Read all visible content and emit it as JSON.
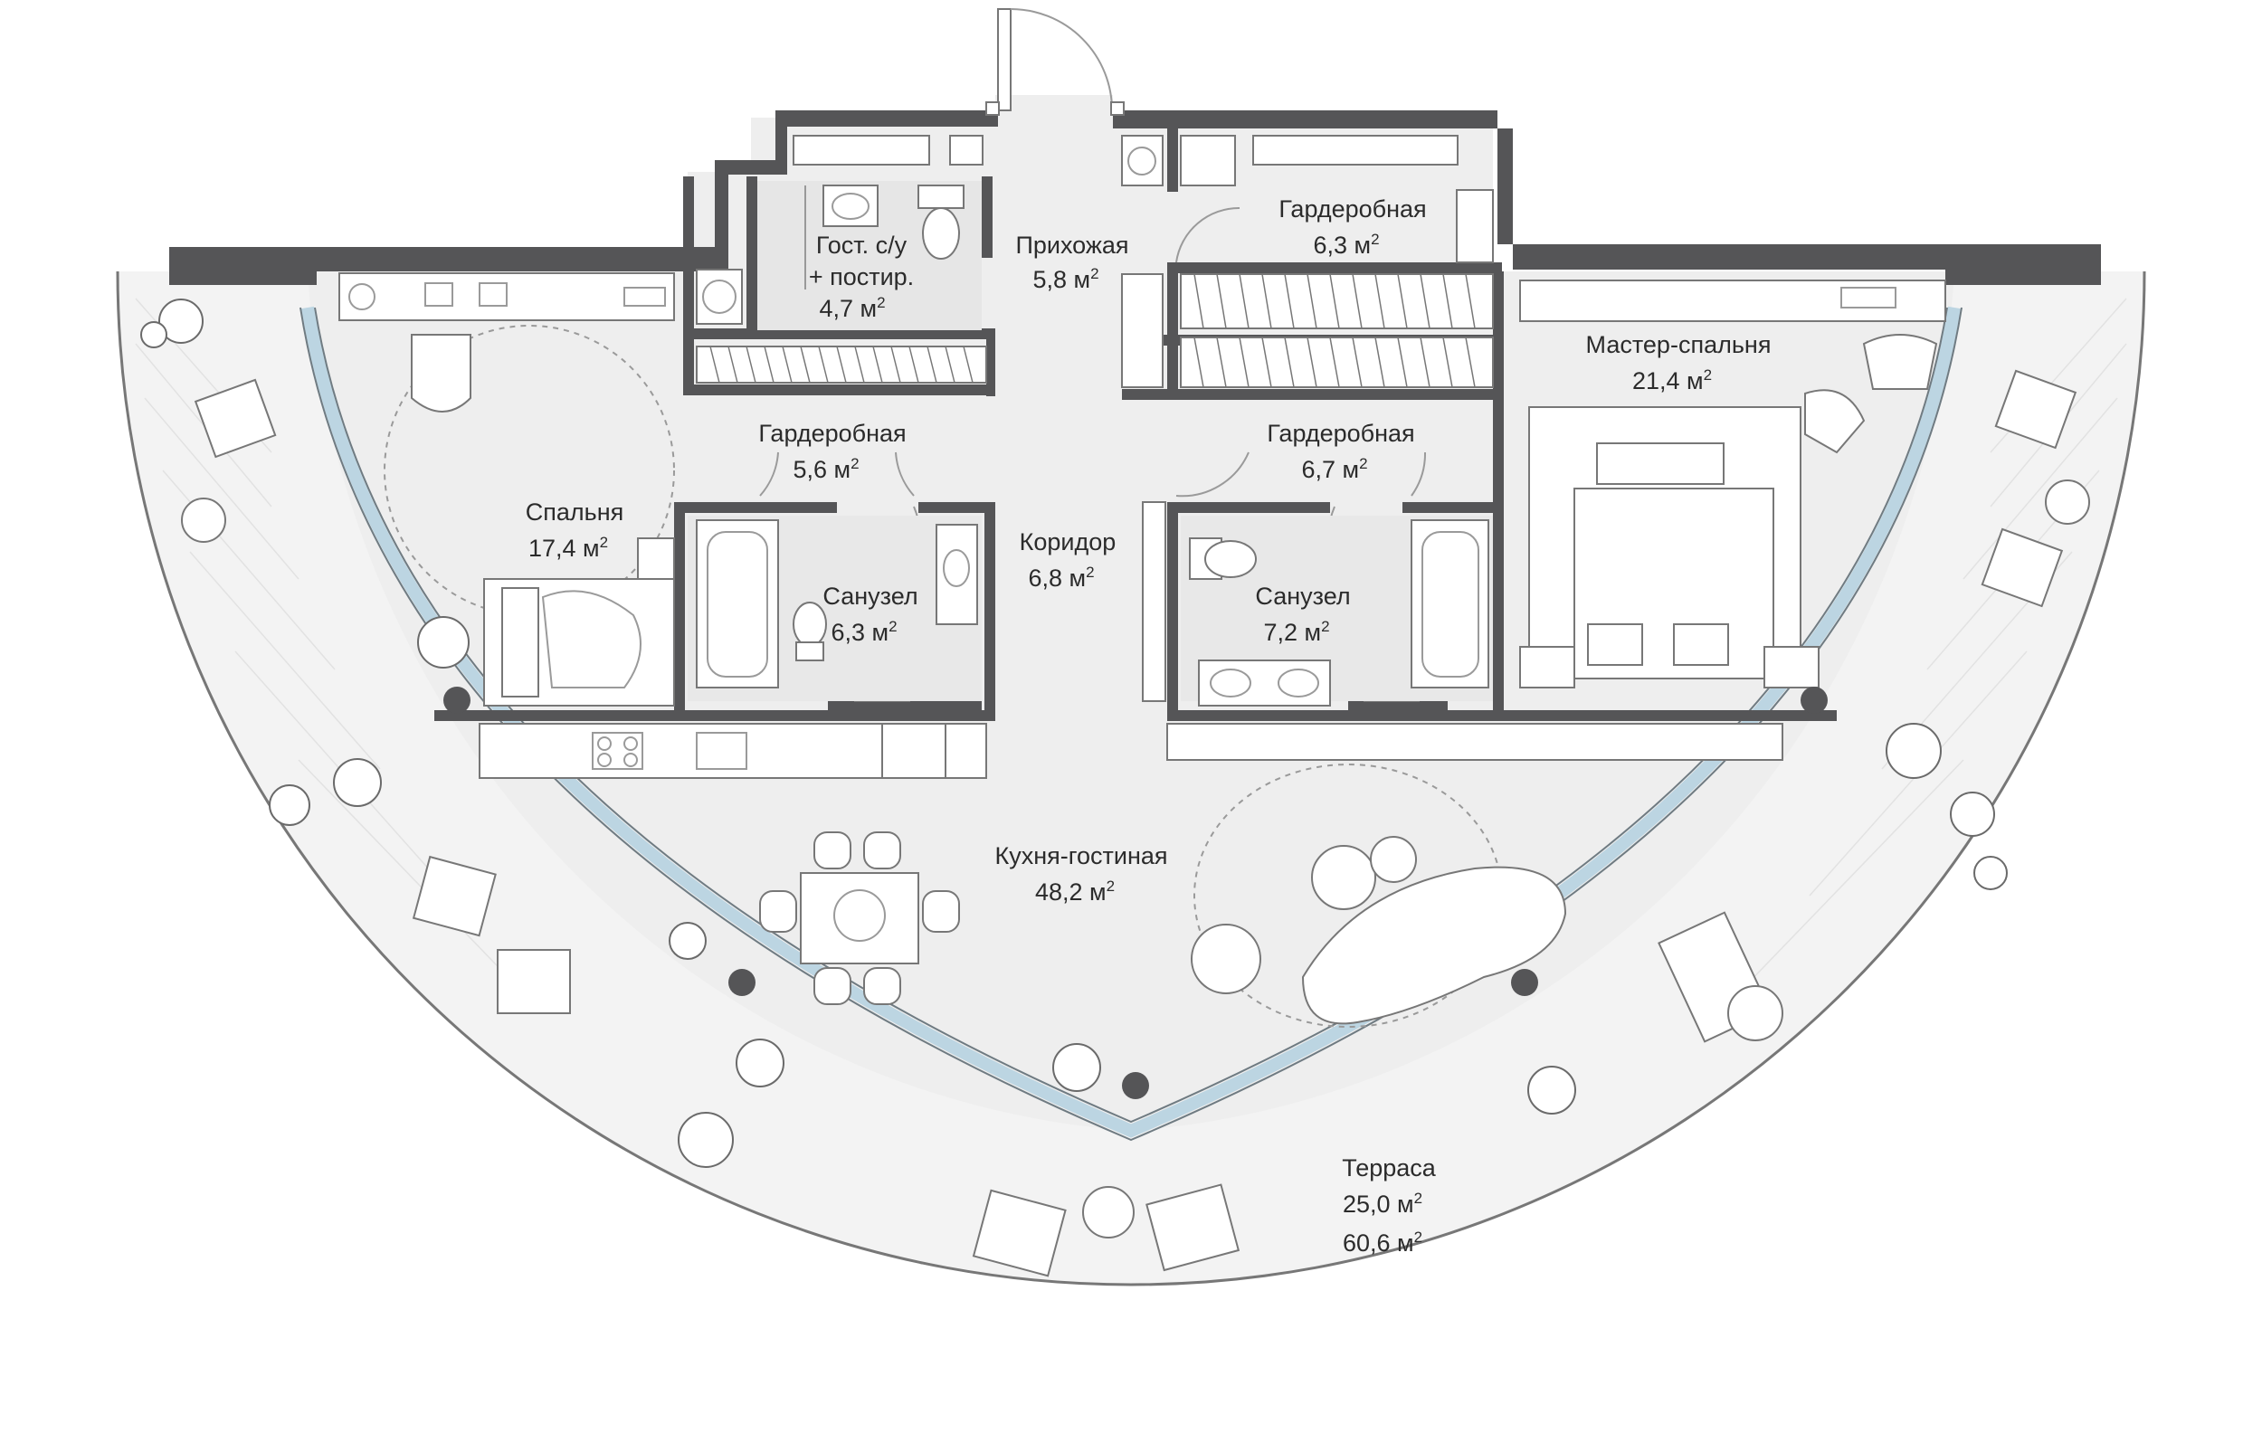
{
  "plan": {
    "rooms": [
      {
        "id": "guest-bath",
        "name": "Гост. с/у\n+ постир.",
        "area": "4,7",
        "unit": "м",
        "sup": "2"
      },
      {
        "id": "hall",
        "name": "Прихожая",
        "area": "5,8",
        "unit": "м",
        "sup": "2"
      },
      {
        "id": "wardrobe-top",
        "name": "Гардеробная",
        "area": "6,3",
        "unit": "м",
        "sup": "2"
      },
      {
        "id": "master-bedroom",
        "name": "Мастер-спальня",
        "area": "21,4",
        "unit": "м",
        "sup": "2"
      },
      {
        "id": "wardrobe-left",
        "name": "Гардеробная",
        "area": "5,6",
        "unit": "м",
        "sup": "2"
      },
      {
        "id": "wardrobe-right",
        "name": "Гардеробная",
        "area": "6,7",
        "unit": "м",
        "sup": "2"
      },
      {
        "id": "bedroom",
        "name": "Спальня",
        "area": "17,4",
        "unit": "м",
        "sup": "2"
      },
      {
        "id": "corridor",
        "name": "Коридор",
        "area": "6,8",
        "unit": "м",
        "sup": "2"
      },
      {
        "id": "bath-left",
        "name": "Санузел",
        "area": "6,3",
        "unit": "м",
        "sup": "2"
      },
      {
        "id": "bath-right",
        "name": "Санузел",
        "area": "7,2",
        "unit": "м",
        "sup": "2"
      },
      {
        "id": "kitchen-living",
        "name": "Кухня-гостиная",
        "area": "48,2",
        "unit": "м",
        "sup": "2"
      },
      {
        "id": "terrace",
        "name": "Терраса",
        "area": "25,0",
        "unit": "м",
        "sup": "2",
        "area2": "60,6"
      }
    ]
  },
  "labels": {
    "guest_bath_1": "Гост. с/у",
    "guest_bath_2": "+ постир.",
    "guest_bath_area": "4,7 м",
    "hall": "Прихожая",
    "hall_area": "5,8 м",
    "wardrobe_top": "Гардеробная",
    "wardrobe_top_area": "6,3 м",
    "master": "Мастер-спальня",
    "master_area": "21,4 м",
    "wardrobe_left": "Гардеробная",
    "wardrobe_left_area": "5,6 м",
    "wardrobe_right": "Гардеробная",
    "wardrobe_right_area": "6,7 м",
    "bedroom": "Спальня",
    "bedroom_area": "17,4 м",
    "corridor": "Коридор",
    "corridor_area": "6,8 м",
    "bath_left": "Санузел",
    "bath_left_area": "6,3 м",
    "bath_right": "Санузел",
    "bath_right_area": "7,2 м",
    "kitchen": "Кухня-гостиная",
    "kitchen_area": "48,2 м",
    "terrace": "Терраса",
    "terrace_area": "25,0 м",
    "terrace_area2": "60,6 м",
    "sup": "2"
  },
  "colors": {
    "wall": "#555557",
    "floor": "#eeeeee",
    "glass": "#bcd5e2",
    "column": "#555557"
  }
}
